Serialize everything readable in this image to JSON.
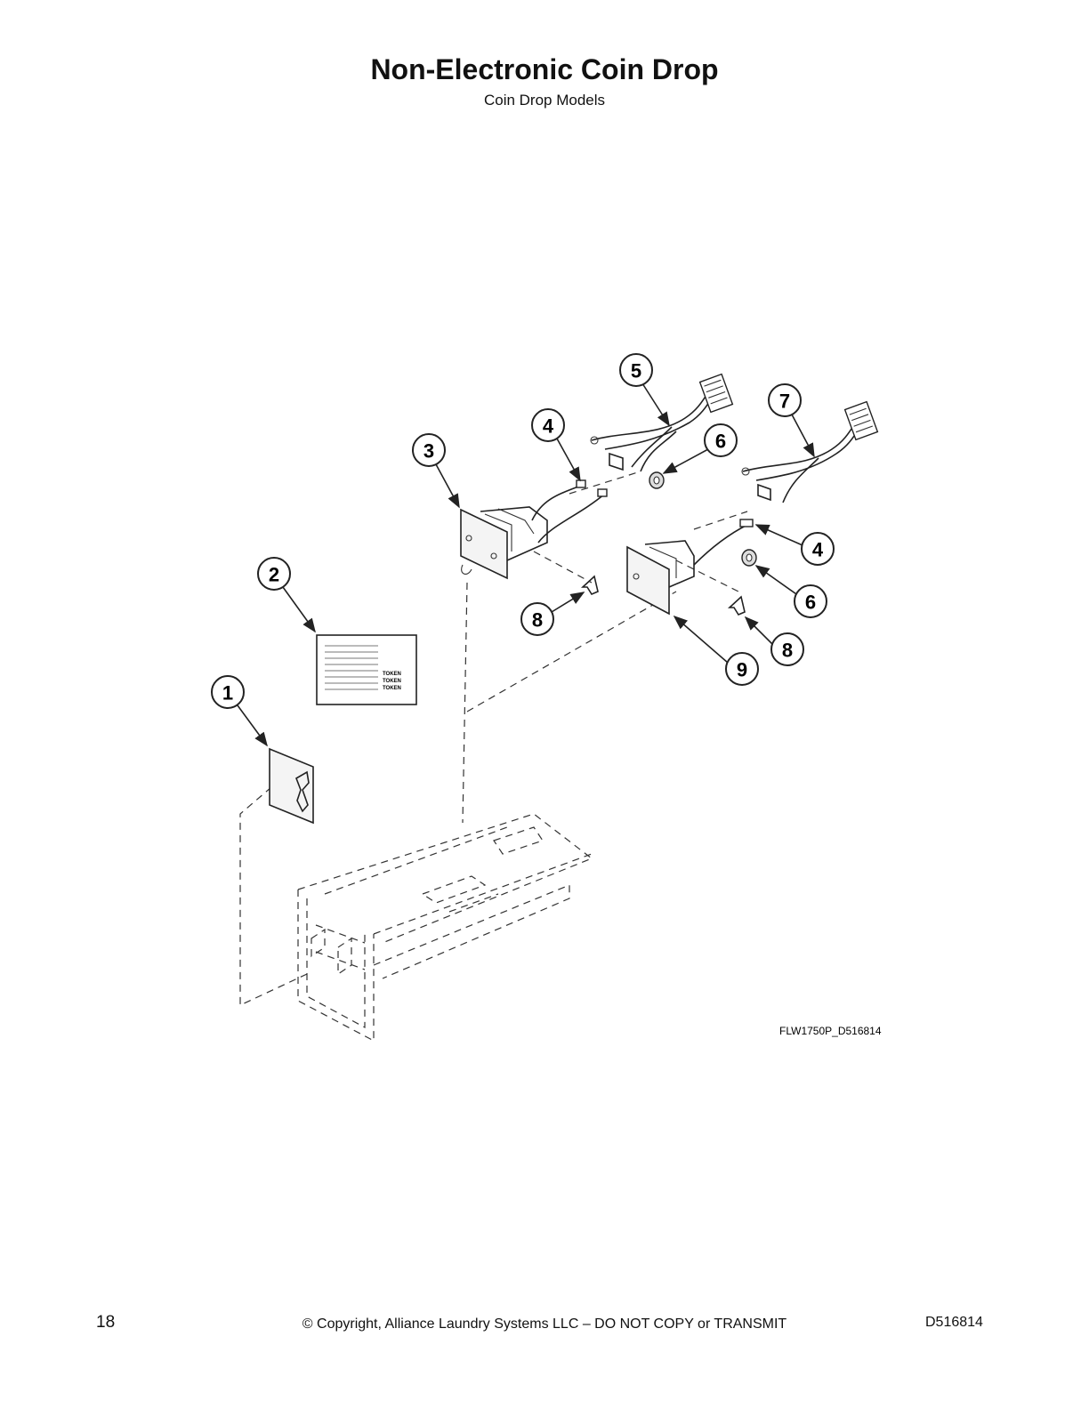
{
  "header": {
    "title": "Non-Electronic Coin Drop",
    "subtitle": "Coin Drop Models"
  },
  "diagram": {
    "figure_id": "FLW1750P_D516814",
    "label_token": "TOKEN",
    "callouts": [
      "1",
      "2",
      "3",
      "4",
      "5",
      "6",
      "7",
      "8",
      "9"
    ]
  },
  "footer": {
    "page_number": "18",
    "copyright": "© Copyright, Alliance Laundry Systems LLC – DO NOT COPY or TRANSMIT",
    "doc_number": "D516814"
  }
}
